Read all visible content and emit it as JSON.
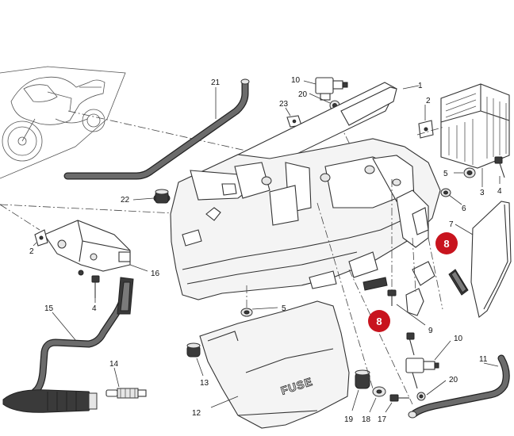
{
  "diagram": {
    "callouts": [
      "21",
      "10",
      "20",
      "1",
      "2",
      "23",
      "3",
      "4",
      "5",
      "22",
      "6",
      "7",
      "2",
      "16",
      "4",
      "15",
      "5",
      "9",
      "14",
      "13",
      "10",
      "11",
      "20",
      "12",
      "19",
      "18",
      "17"
    ],
    "highlight_labels": [
      "8",
      "8"
    ],
    "fuse_label": "FUSE"
  },
  "colors": {
    "highlight": "#c8141e",
    "line": "#333333",
    "hose": "#222222"
  },
  "icons": [
    "motorcycle-thumbnail",
    "hose",
    "bracket",
    "sensor",
    "regulator",
    "fuse-box-cover",
    "spark-plug",
    "grommet",
    "bolt"
  ]
}
